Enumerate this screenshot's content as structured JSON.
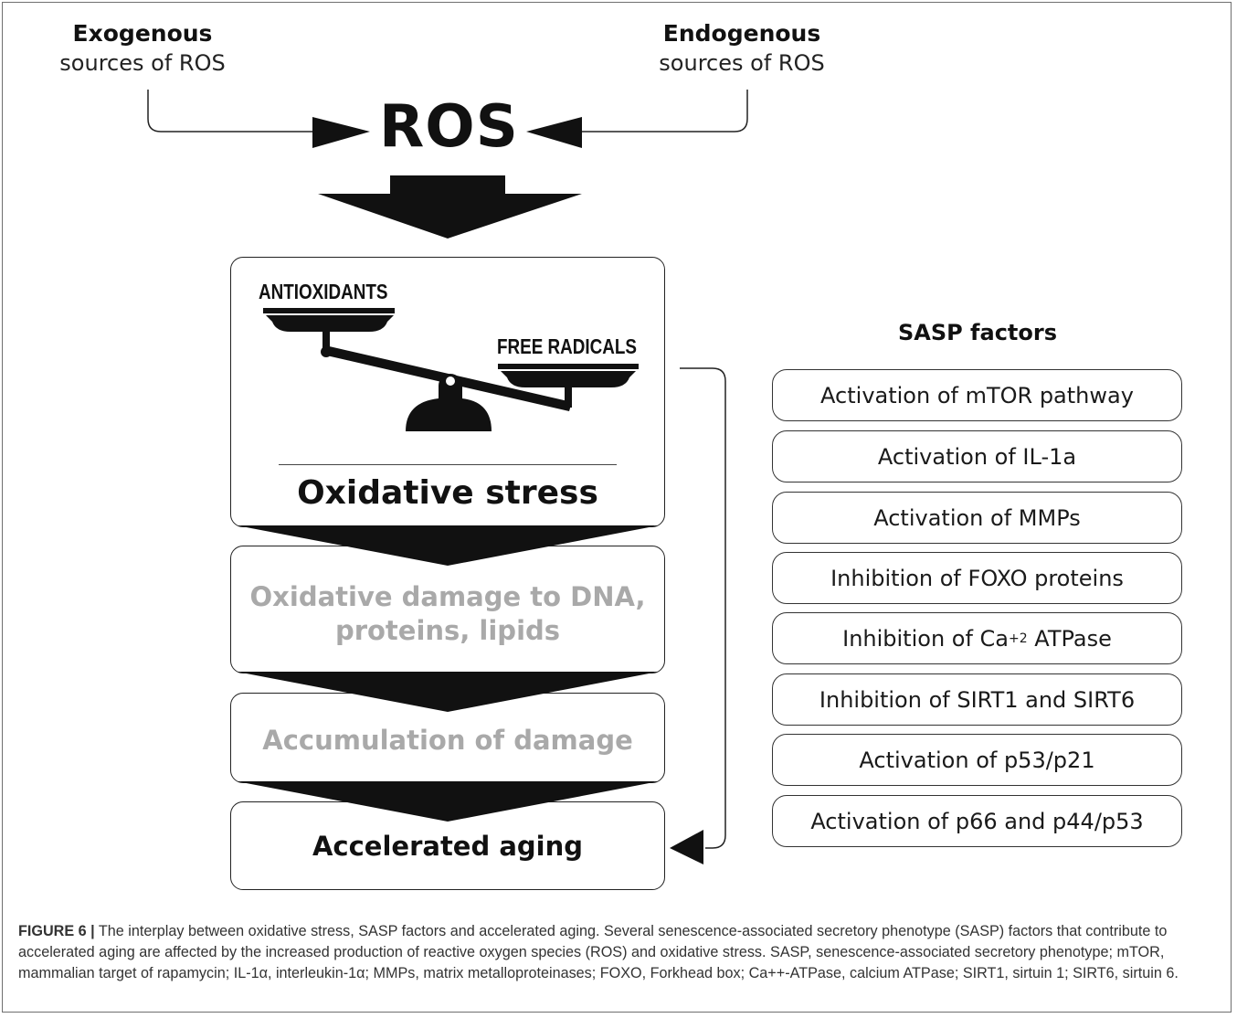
{
  "exogenous": {
    "title": "Exogenous",
    "sub": "sources of ROS"
  },
  "endogenous": {
    "title": "Endogenous",
    "sub": "sources of ROS"
  },
  "ros": "ROS",
  "scale": {
    "left": "ANTIOXIDANTS",
    "right": "FREE RADICALS"
  },
  "flow": [
    "Oxidative stress",
    "Oxidative damage to DNA,",
    "proteins, lipids",
    "Accumulation of damage",
    "Accelerated aging"
  ],
  "sasp": {
    "title": "SASP factors",
    "items": [
      "Activation of mTOR pathway",
      "Activation of IL-1a",
      "Activation of MMPs",
      "Inhibition of FOXO proteins",
      "Inhibition of Ca",
      "Inhibition of SIRT1 and SIRT6",
      "Activation of p53/p21",
      "Activation of p66 and p44/p53"
    ],
    "ca_sup": "+2",
    "ca_rest": " ATPase"
  },
  "caption": {
    "label": "FIGURE 6 |",
    "text": "The interplay between oxidative stress, SASP factors and accelerated aging. Several senescence-associated secretory phenotype (SASP) factors that contribute to accelerated aging are affected by the increased production of reactive oxygen species (ROS) and oxidative stress. SASP, senescence-associated secretory phenotype; mTOR, mammalian target of rapamycin; IL-1α, interleukin-1α; MMPs, matrix metalloproteinases; FOXO, Forkhead box; Ca++-ATPase, calcium ATPase; SIRT1, sirtuin 1; SIRT6, sirtuin 6."
  }
}
